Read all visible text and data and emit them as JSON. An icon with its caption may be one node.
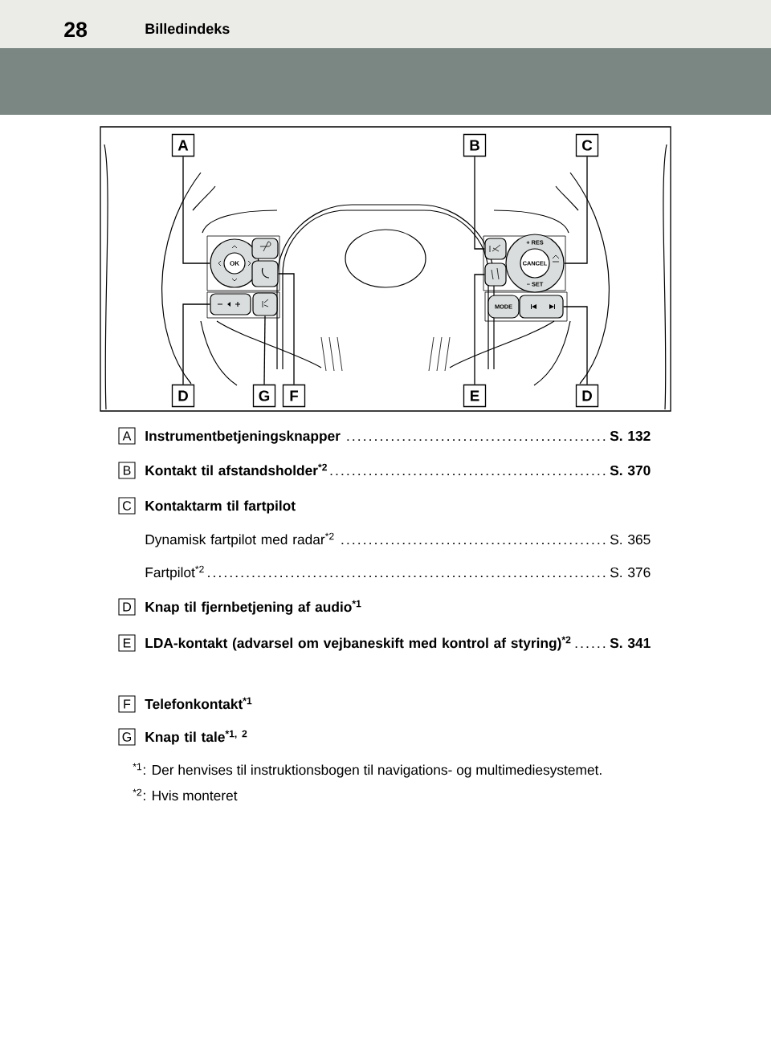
{
  "diagram": {
    "title": "Billedindeks",
    "nodes": [
      {
        "text": [
          "A"
        ]
      },
      {
        "text": [
          "B"
        ]
      },
      {
        "text": [
          "C"
        ]
      },
      {
        "text": [
          "D"
        ]
      },
      {
        "text": [
          "G"
        ]
      },
      {
        "text": [
          "F"
        ]
      },
      {
        "text": [
          "E"
        ]
      },
      {
        "text": [
          "D"
        ]
      },
      {
        "text": [
          "A"
        ],
        "beside": [
          "Instrumentbetjeningsknapper"
        ]
      },
      {
        "text": [
          "B"
        ],
        "beside": [
          "Kontakt til afstandsholder$^{*2}$"
        ]
      },
      {
        "text": [
          "C"
        ],
        "beside": [
          "Kontaktarm til fartpilot"
        ]
      },
      {
        "text": [
          "D"
        ],
        "beside": [
          "Knap til fjernbetjening af audio$^{*1}$"
        ]
      },
      {
        "text": [
          "E"
        ],
        "beside": [
          "LDA-kontakt (advarsel om vejbaneskift med kontrol af styring)$^{*2}$"
        ]
      },
      {
        "text": [
          "F"
        ],
        "beside": [
          "Telefonkontakt$^{*1}$"
        ]
      },
      {
        "text": [
          "G"
        ],
        "beside": [
          "Knap til tale$^{*1, 2}$"
        ]
      },
      {
        "text": [],
        "shape": "circle"
      },
      {
        "text": [],
        "shape": "box"
      },
      {
        "text": [],
        "shape": "circle"
      },
      {
        "text": [],
        "shape": "box"
      },
      {
        "text": [],
        "shape": "box"
      },
      {
        "text": [],
        "shape": "box"
      },
      {
        "text": [],
        "shape": "box"
      },
      {
        "text": [],
        "shape": "box"
      },
      {
        "text": [],
        "shape": "box"
      }
    ],
    "edges": [
      {
        "from": 0,
        "to": 15,
        "arrow": "none"
      },
      {
        "from": 1,
        "to": 16,
        "arrow": "none"
      },
      {
        "from": 2,
        "to": 17,
        "arrow": "none"
      },
      {
        "from": 3,
        "to": 18,
        "arrow": "none"
      },
      {
        "from": 4,
        "to": 19,
        "arrow": "none"
      },
      {
        "from": 5,
        "to": 20,
        "arrow": "none"
      },
      {
        "from": 6,
        "to": 21,
        "arrow": "none"
      },
      {
        "from": 7,
        "to": 22,
        "arrow": "none"
      }
    ],
    "labels": [
      "28",
      "OK",
      "+ RES",
      "CANCEL",
      "− SET",
      "MODE",
      "S. 132",
      "S. 370",
      "Dynamisk fartpilot med radar$^{*2}$",
      "S. 365",
      "Fartpilot$^{*2}$",
      "S. 376",
      "S. 341",
      "$^{*1}$: Der henvises til instruktionsbogen til navigations- og multimediesystemet.",
      "$^{*2}$: Hvis monteret"
    ]
  }
}
